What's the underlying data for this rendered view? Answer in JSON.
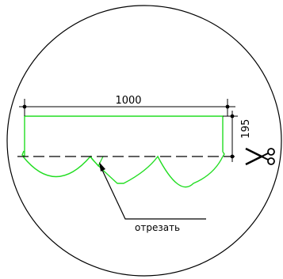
{
  "dimensions": {
    "width_value": "1000",
    "height_value": "195"
  },
  "callout": {
    "label": "отрезать"
  },
  "colors": {
    "outline": "#000000",
    "panel": "#22dd22",
    "background": "#ffffff"
  },
  "icons": {
    "cut_mark": "scissors-icon"
  }
}
